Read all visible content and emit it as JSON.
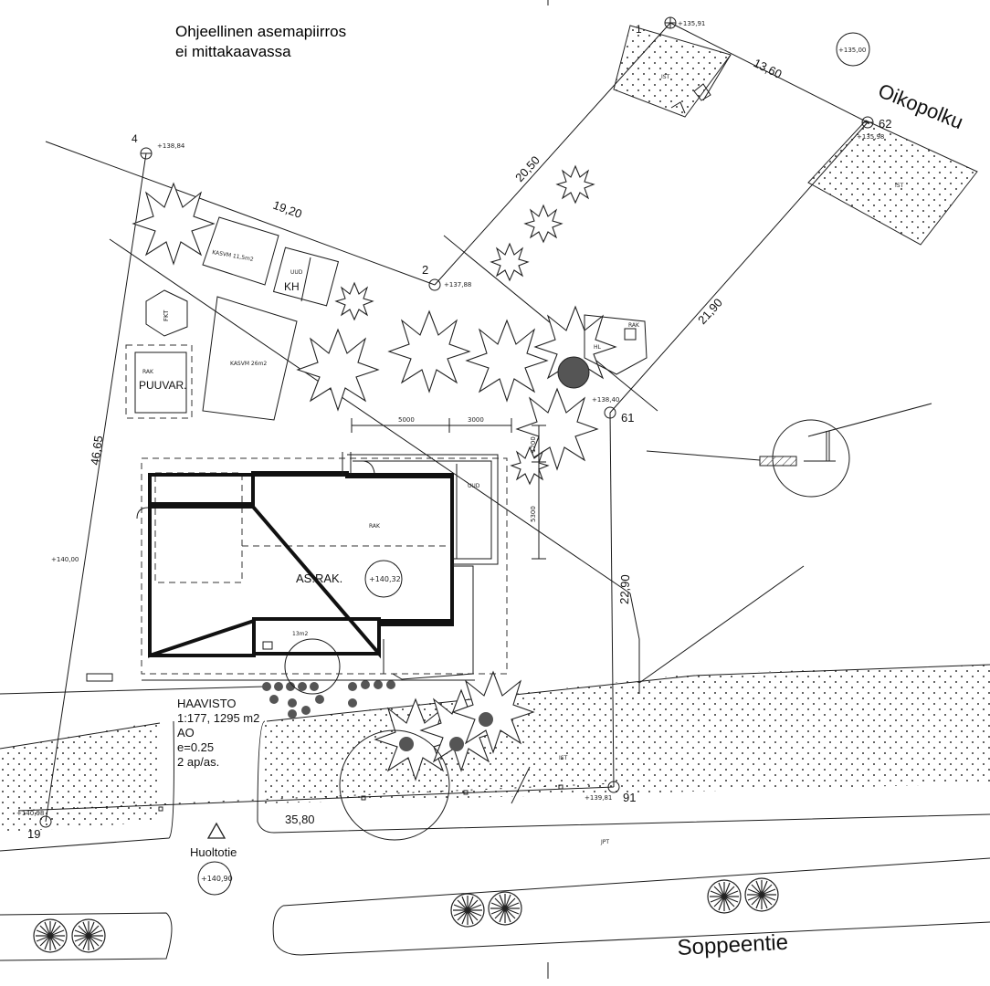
{
  "note": {
    "line1": "Ohjeellinen asemapiirros",
    "line2": "ei mittakaavassa"
  },
  "streets": {
    "oikopolku": "Oikopolku",
    "soppeentie": "Soppeentie",
    "huoltotie": "Huoltotie"
  },
  "points": {
    "p1": "1",
    "p2": "2",
    "p4": "4",
    "p19": "19",
    "p61": "61",
    "p62": "62",
    "p91": "91"
  },
  "elevations": {
    "p1": "+135,91",
    "p62": "+135,98",
    "circle_top": "+135,00",
    "p4": "+138,84",
    "p2": "+137,88",
    "p61": "+138,40",
    "west_edge": "+140,00",
    "building": "+140,32",
    "p19": "+140,98",
    "p91": "+139,81",
    "huoltotie": "+140,90"
  },
  "dimensions": {
    "d1360": "13,60",
    "d2050": "20,50",
    "d1920": "19,20",
    "d2190": "21,90",
    "d4665": "46,65",
    "d2290": "22,90",
    "d3580": "35,80",
    "m5000": "5000",
    "m3000": "3000",
    "m1200": "1200",
    "m5300": "5300"
  },
  "labels": {
    "kasvm1": "KASVM 11,5m2",
    "uud1": "UUD",
    "kh": "KH",
    "fkt": "FKT",
    "rak_shed": "RAK",
    "puuvar": "PUUVAR.",
    "kasvm2": "KASVM 26m2",
    "rak_small": "RAK",
    "hl": "HL",
    "rak_main": "RAK",
    "uud2": "UUD",
    "as_rak": "AS.RAK.",
    "room13": "13m2",
    "ist1": "IST",
    "ist2": "IST",
    "ist3": "IST",
    "jpt": "JPT"
  },
  "plot_info": {
    "name": "HAAVISTO",
    "scale_area": "1:177, 1295 m2",
    "zone": "AO",
    "efficiency": "e=0.25",
    "parking": "2 ap/as."
  }
}
